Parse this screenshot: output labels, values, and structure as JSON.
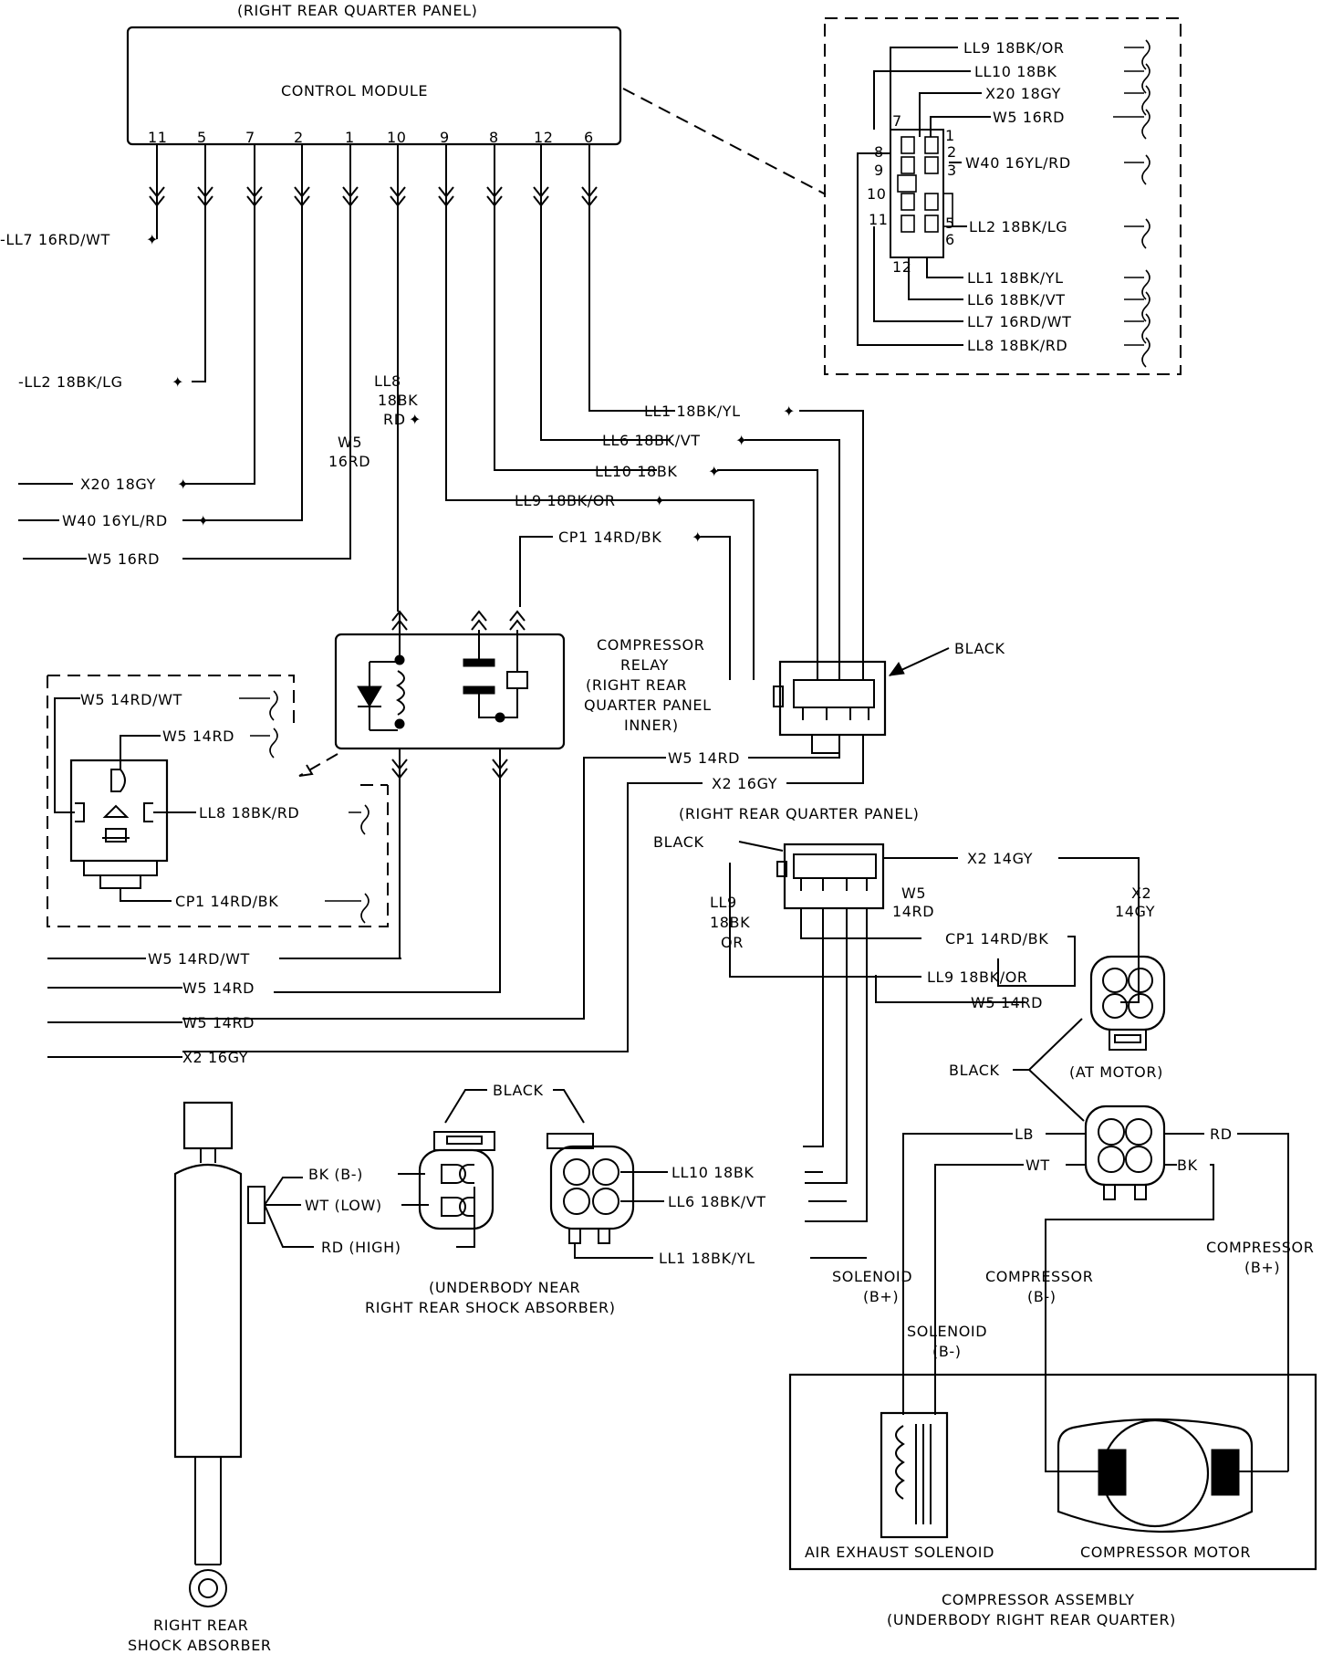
{
  "header": {
    "top_label": "(RIGHT REAR QUARTER PANEL)"
  },
  "control_module": {
    "title": "CONTROL MODULE",
    "pins": [
      "11",
      "5",
      "7",
      "2",
      "1",
      "10",
      "9",
      "8",
      "12",
      "6"
    ]
  },
  "left_wires": {
    "ll7": "-LL7 16RD/WT",
    "ll2": "-LL2 18BK/LG",
    "x20": "X20 18GY",
    "w40": "W40 16YL/RD",
    "w5": "W5 16RD"
  },
  "ll8_vertical": [
    "LL8",
    "18BK",
    "RD"
  ],
  "w5_vertical": [
    "W5",
    "16RD"
  ],
  "right_wires": {
    "ll1": "LL1 18BK/YL",
    "ll6": "LL6 18BK/VT",
    "ll10": "LL10 18BK",
    "ll9": "LL9 18BK/OR",
    "cp1": "CP1 14RD/BK"
  },
  "connector_inset": {
    "wires": [
      "LL9 18BK/OR",
      "LL10 18BK",
      "X20 18GY",
      "W5 16RD",
      "W40 16YL/RD",
      "LL2 18BK/LG",
      "LL1 18BK/YL",
      "LL6 18BK/VT",
      "LL7 16RD/WT",
      "LL8 18BK/RD"
    ],
    "pin_numbers": [
      "7",
      "8",
      "9",
      "10",
      "11",
      "12",
      "1",
      "2",
      "3",
      "5",
      "6"
    ]
  },
  "compressor_relay": {
    "label_lines": [
      "COMPRESSOR",
      "RELAY",
      "(RIGHT REAR",
      "QUARTER PANEL",
      "INNER)"
    ],
    "black_label": "BLACK"
  },
  "relay_inset": {
    "wires": [
      "W5 14RD/WT",
      "W5 14RD",
      "LL8 18BK/RD",
      "CP1 14RD/BK"
    ]
  },
  "relay_out_wires": {
    "w5_14rd": "W5 14RD",
    "x2_16gy": "X2 16GY"
  },
  "quarter_panel_connector": {
    "title": "(RIGHT REAR QUARTER PANEL)",
    "black_label": "BLACK",
    "x2_14gy": "X2 14GY",
    "w5_vertical": [
      "W5",
      "14RD"
    ],
    "ll9_vertical": [
      "LL9",
      "18BK",
      "OR"
    ],
    "x2_vertical": [
      "X2",
      "14GY"
    ],
    "cp1": "CP1 14RD/BK",
    "ll9": "LL9 18BK/OR",
    "w5": "W5 14RD"
  },
  "bottom_left_wires": {
    "w5_wt": "W5 14RD/WT",
    "w5_a": "W5 14RD",
    "w5_b": "W5 14RD",
    "x2": "X2 16GY"
  },
  "motor_connector": {
    "black_label": "BLACK",
    "at_motor": "(AT MOTOR)",
    "lb": "LB",
    "rd": "RD",
    "wt": "WT",
    "bk": "BK"
  },
  "shock_sensor": {
    "black_label": "BLACK",
    "bk": "BK (B-)",
    "wt": "WT (LOW)",
    "rd": "RD (HIGH)",
    "ll10": "LL10 18BK",
    "ll6": "LL6 18BK/VT",
    "ll1": "LL1 18BK/YL",
    "caption_lines": [
      "(UNDERBODY NEAR",
      "RIGHT REAR SHOCK ABSORBER)"
    ]
  },
  "shock_absorber": {
    "caption_lines": [
      "RIGHT REAR",
      "SHOCK ABSORBER"
    ]
  },
  "compressor_assembly": {
    "solenoid_bplus": [
      "SOLENOID",
      "(B+)"
    ],
    "solenoid_bminus": [
      "SOLENOID",
      "(B-)"
    ],
    "compressor_bminus": [
      "COMPRESSOR",
      "(B-)"
    ],
    "compressor_bplus": [
      "COMPRESSOR",
      "(B+)"
    ],
    "air_exhaust": "AIR EXHAUST SOLENOID",
    "motor": "COMPRESSOR MOTOR",
    "caption_lines": [
      "COMPRESSOR ASSEMBLY",
      "(UNDERBODY RIGHT REAR QUARTER)"
    ]
  }
}
